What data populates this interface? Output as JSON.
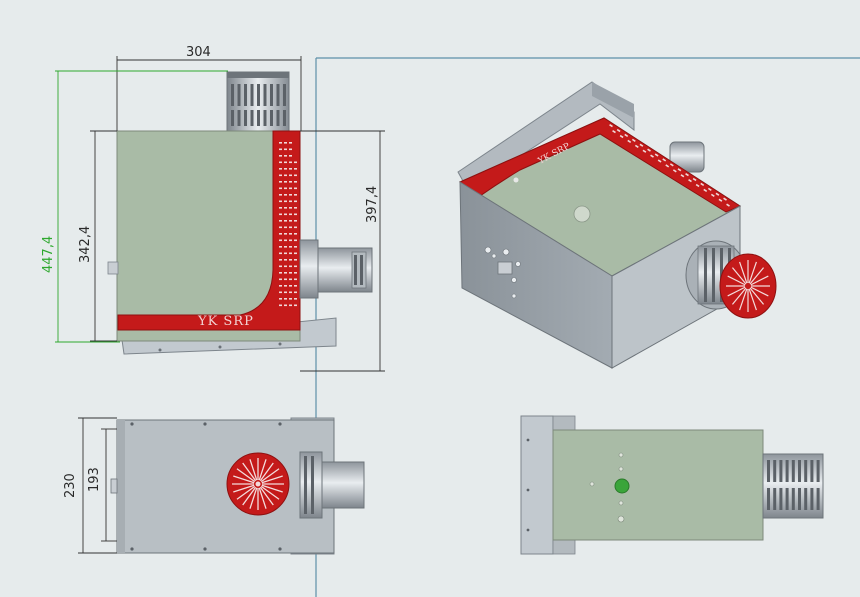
{
  "drawing": {
    "dimensions": {
      "top_width": "304",
      "overall_height": "447,4",
      "body_height": "342,4",
      "right_height": "397,4",
      "plan_outer_width": "230",
      "plan_inner_width": "193"
    },
    "brand_label": "YK SRP"
  },
  "colors": {
    "background": "#e6ebec",
    "body_green": "#a9bba6",
    "red_panel": "#c41a1a",
    "steel": "#b8bec4",
    "dim_green": "#2ea82e",
    "frame_line": "#5d8fa8"
  }
}
